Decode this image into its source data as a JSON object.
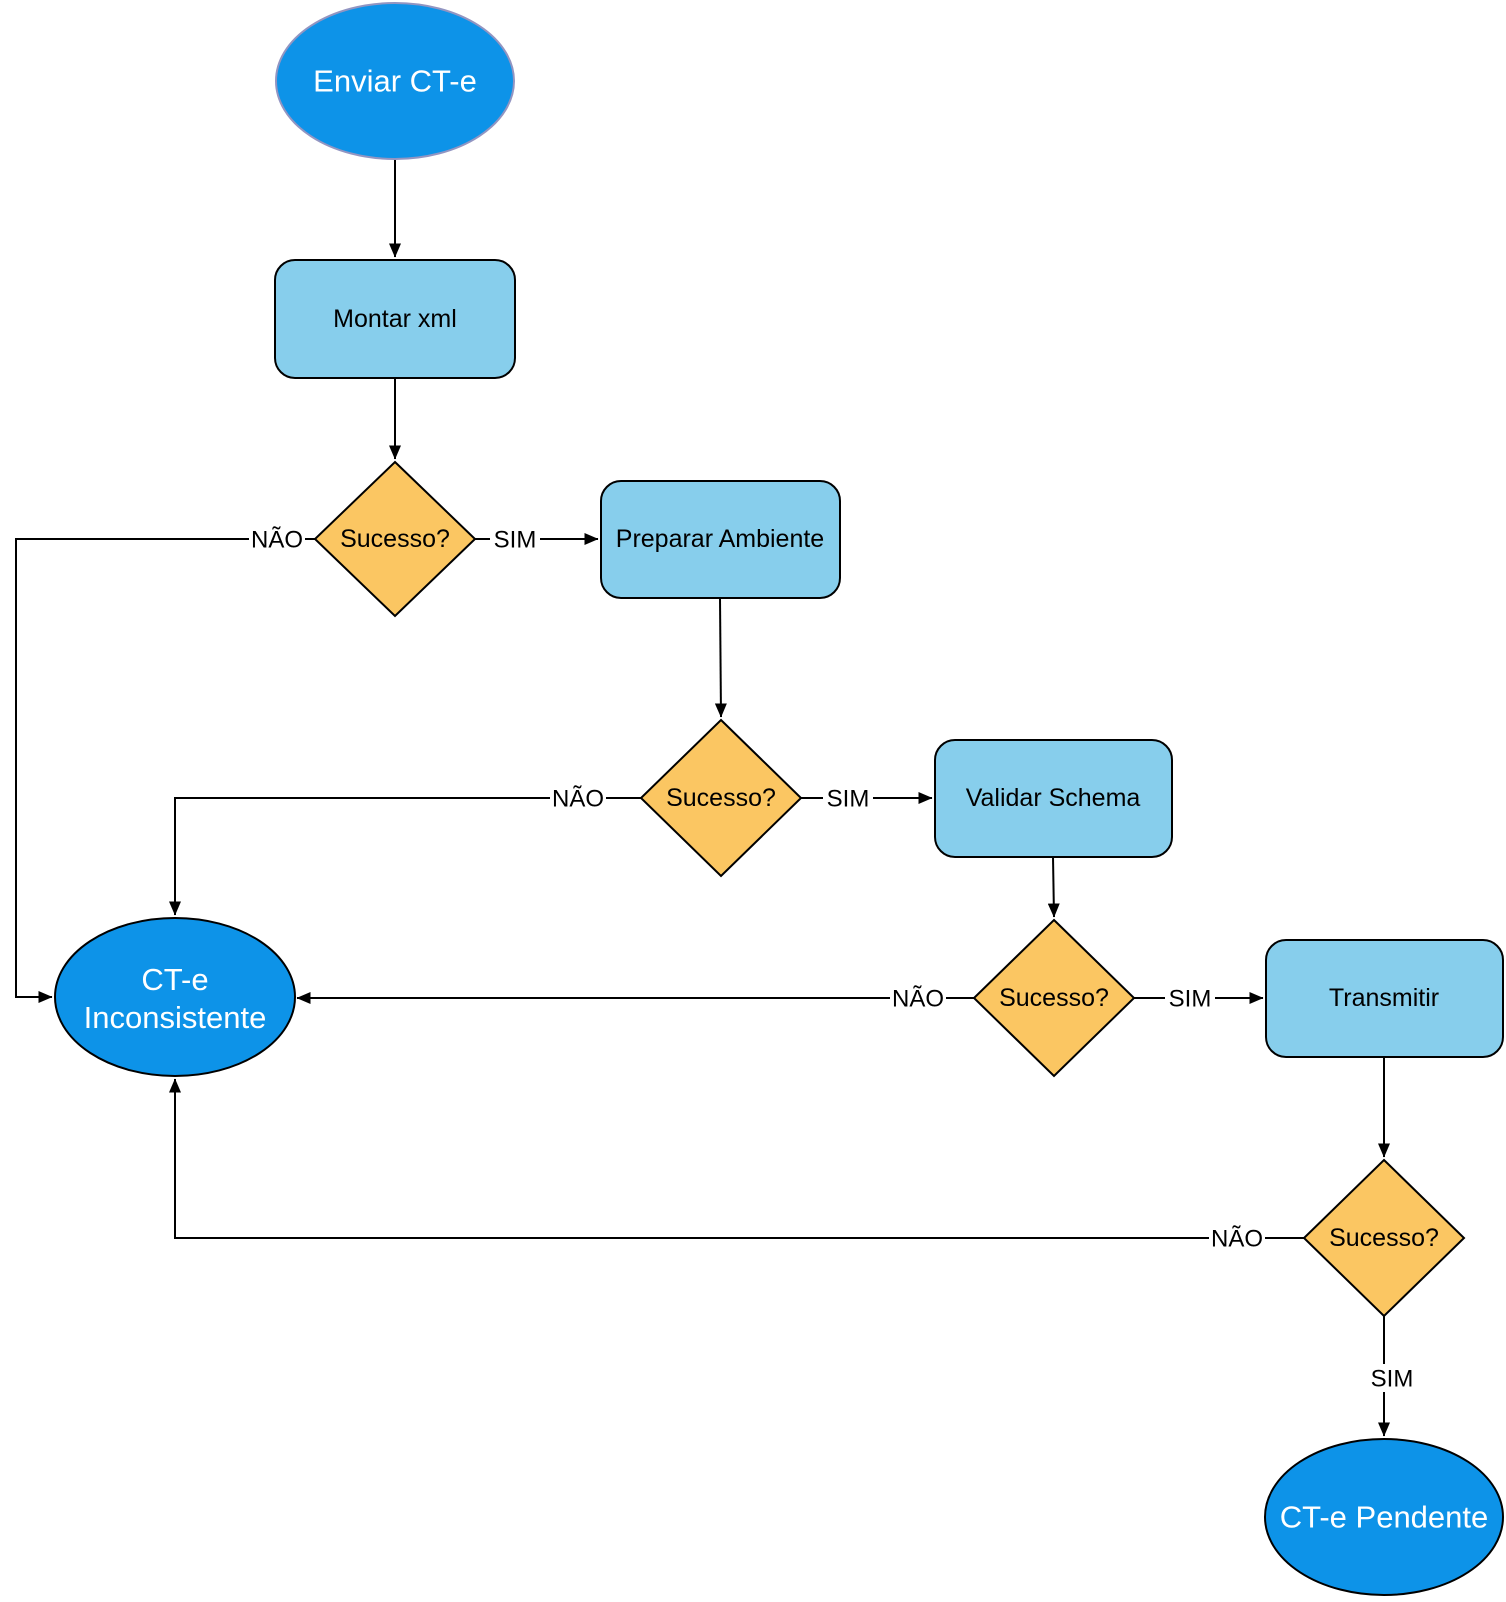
{
  "diagram": {
    "nodes": {
      "start": {
        "type": "terminal",
        "label": "Enviar CT-e"
      },
      "montar_xml": {
        "type": "process",
        "label": "Montar xml"
      },
      "decision_montar_xml": {
        "type": "decision",
        "label": "Sucesso?"
      },
      "preparar_ambiente": {
        "type": "process",
        "label": "Preparar Ambiente"
      },
      "decision_preparar_ambiente": {
        "type": "decision",
        "label": "Sucesso?"
      },
      "validar_schema": {
        "type": "process",
        "label": "Validar Schema"
      },
      "decision_validar_schema": {
        "type": "decision",
        "label": "Sucesso?"
      },
      "transmitir": {
        "type": "process",
        "label": "Transmitir"
      },
      "decision_transmitir": {
        "type": "decision",
        "label": "Sucesso?"
      },
      "cte_inconsistente": {
        "type": "terminal",
        "label": "CT-e Inconsistente",
        "line1": "CT-e",
        "line2": "Inconsistente"
      },
      "cte_pendente": {
        "type": "terminal",
        "label": "CT-e Pendente"
      }
    },
    "edge_labels": {
      "nao": "NÃO",
      "sim": "SIM"
    },
    "colors": {
      "terminal_fill": "#0d93e8",
      "process_fill": "#87ceec",
      "decision_fill": "#fbc662",
      "edge_stroke": "#000000",
      "start_ellipse_stroke": "#9295c2",
      "text_dark": "#000000",
      "text_light": "#ffffff"
    }
  }
}
